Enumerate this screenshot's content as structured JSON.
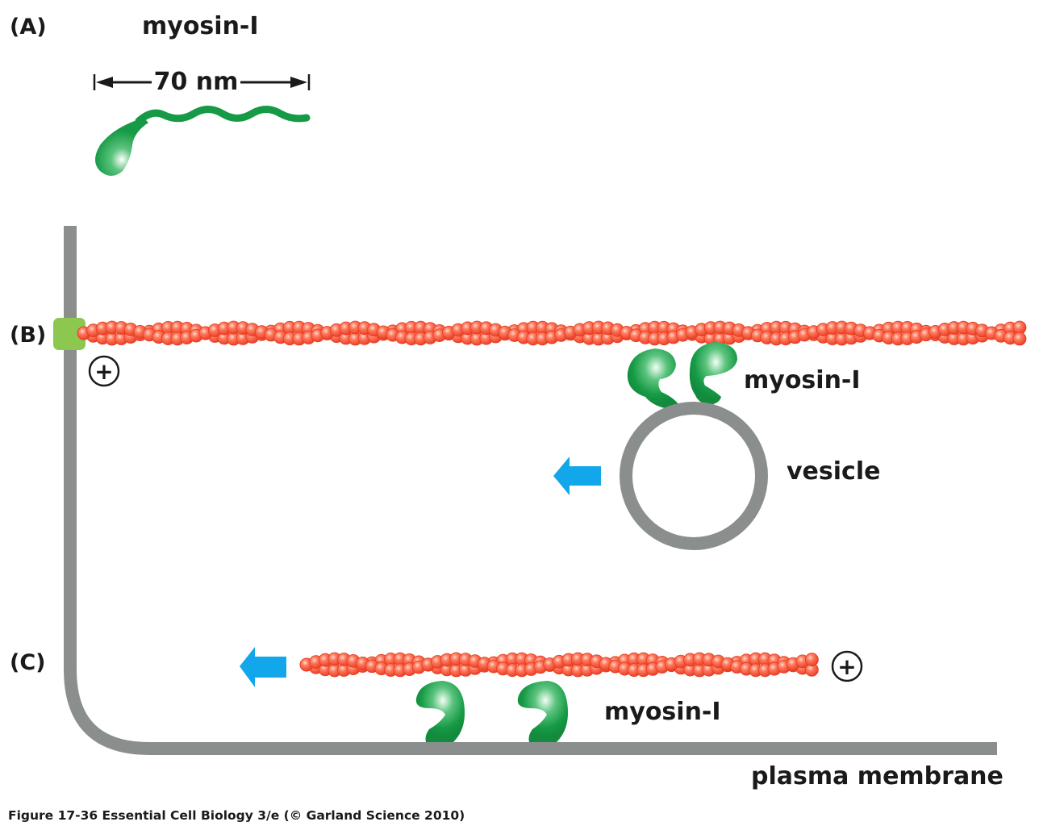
{
  "figure": {
    "caption": "Figure 17-36  Essential Cell Biology 3/e (© Garland Science 2010)"
  },
  "panels": {
    "a": {
      "label": "(A)",
      "title": "myosin-I",
      "scale_label": "70 nm"
    },
    "b": {
      "label": "(B)",
      "myosin_label": "myosin-I",
      "vesicle_label": "vesicle",
      "plus_end_symbol": "+",
      "motion_direction": "left"
    },
    "c": {
      "label": "(C)",
      "myosin_label": "myosin-I",
      "membrane_label": "plasma membrane",
      "plus_end_symbol": "+",
      "motion_direction": "left"
    }
  },
  "colors": {
    "actin": "#f0553a",
    "myosin": "#169a45",
    "membrane": "#8a8f8d",
    "anchor": "#8cc850",
    "arrow": "#12a6ea",
    "text": "#1a1a1a"
  }
}
